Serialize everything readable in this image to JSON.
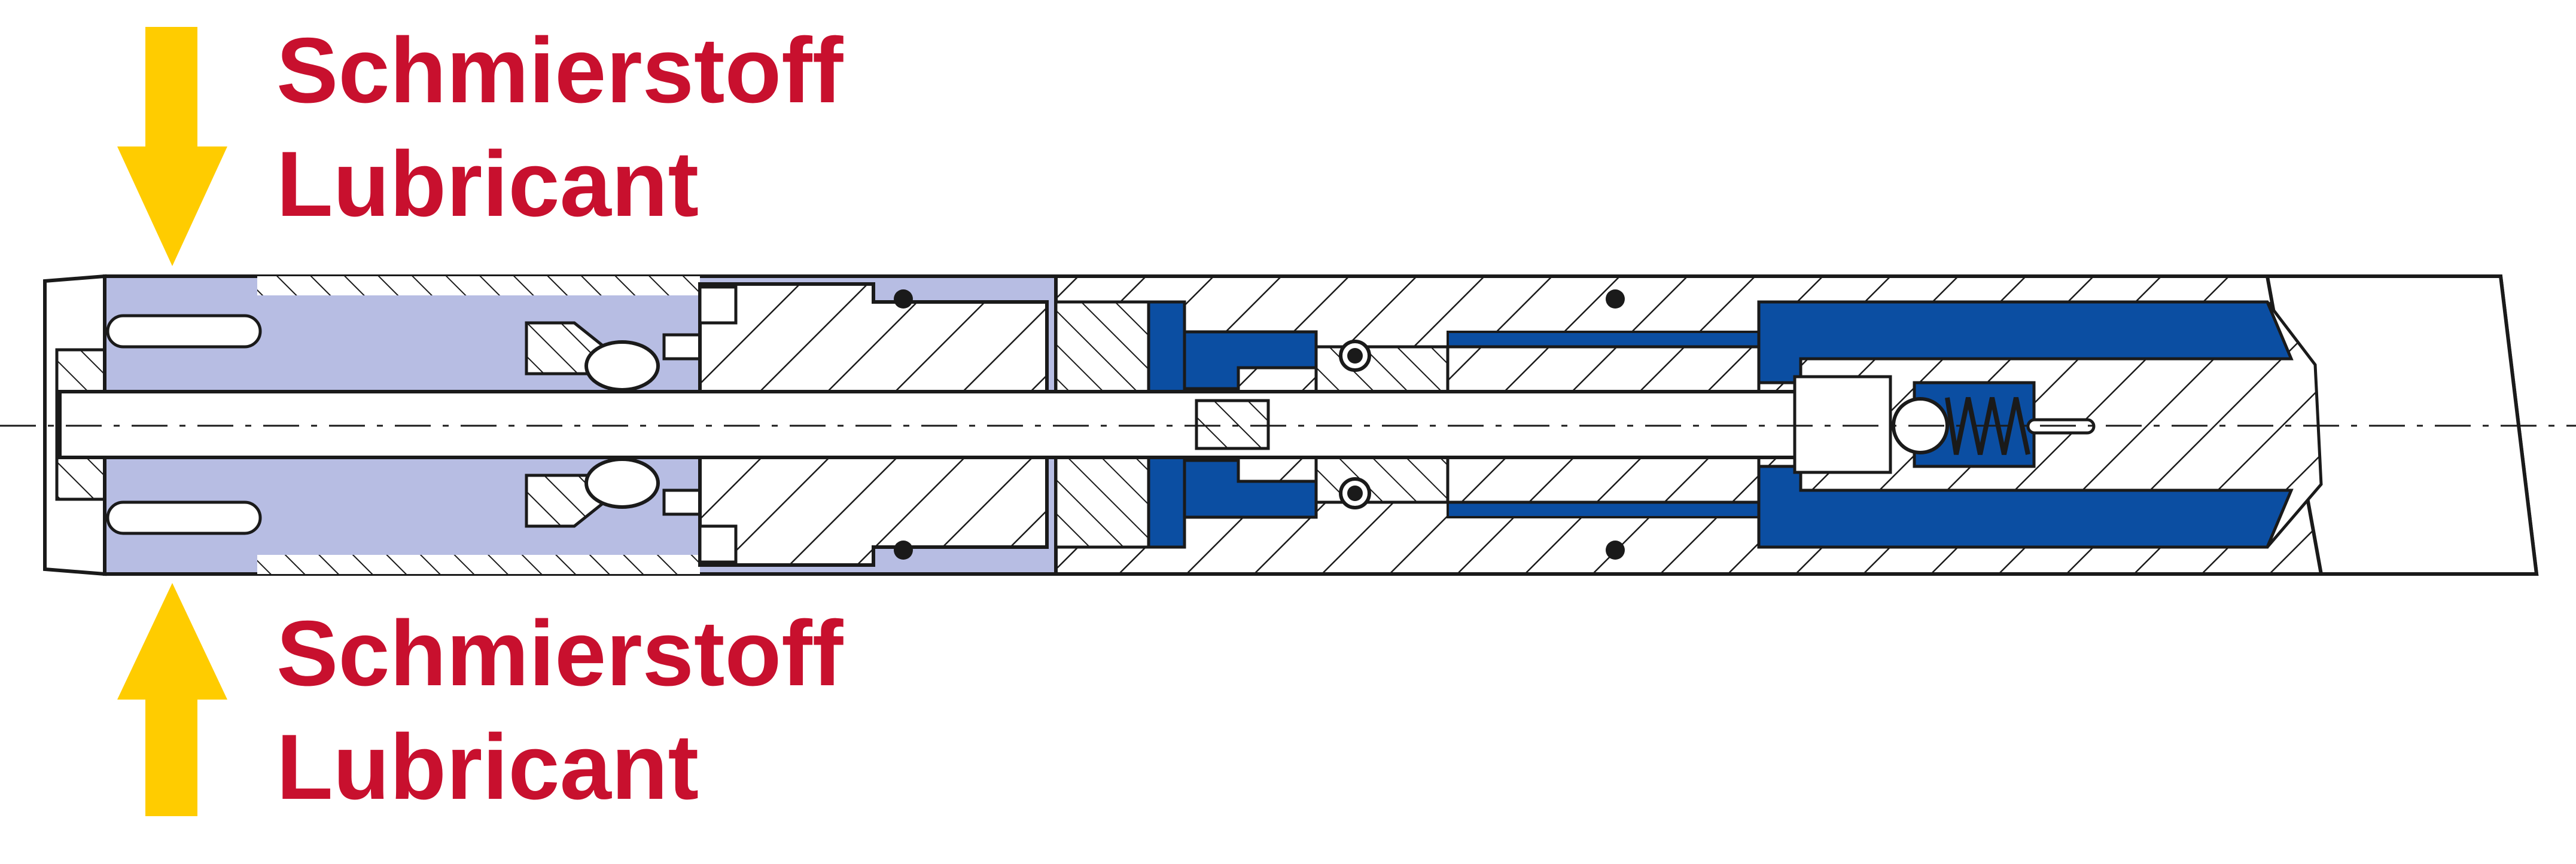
{
  "labels": {
    "top": {
      "line1": "Schmierstoff",
      "line2": "Lubricant"
    },
    "bottom": {
      "line1": "Schmierstoff",
      "line2": "Lubricant"
    }
  },
  "colors": {
    "label_text": "#c8102e",
    "arrow": "#ffcc00",
    "lubricant_chamber": "#b7bde3",
    "hydraulic_fluid": "#0b4ea2",
    "outline": "#1a1a1a",
    "hatch": "#1a1a1a",
    "background": "#ffffff"
  },
  "arrows": [
    {
      "name": "top",
      "direction": "down",
      "icon": "arrow-down-icon"
    },
    {
      "name": "bottom",
      "direction": "up",
      "icon": "arrow-up-icon"
    }
  ]
}
